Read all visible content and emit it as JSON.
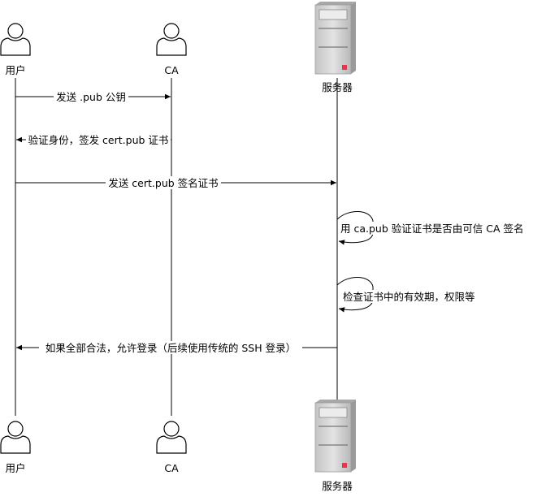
{
  "participants": {
    "user": "用户",
    "ca": "CA",
    "server": "服务器"
  },
  "messages": [
    {
      "text": "发送 .pub 公钥"
    },
    {
      "text": "验证身份，签发 cert.pub 证书"
    },
    {
      "text": "发送 cert.pub 签名证书"
    },
    {
      "text": "用 ca.pub 验证证书是否由可信 CA 签名"
    },
    {
      "text": "检查证书中的有效期，权限等"
    },
    {
      "text": "如果全部合法，允许登录（后续使用传统的 SSH 登录）"
    }
  ],
  "colors": {
    "actor_stroke": "#000000",
    "server_body": "#d0d0d0",
    "server_side": "#bbbbbb",
    "server_led": "#e8344e"
  },
  "icons": {
    "actor": "person-icon",
    "server": "server-icon"
  }
}
